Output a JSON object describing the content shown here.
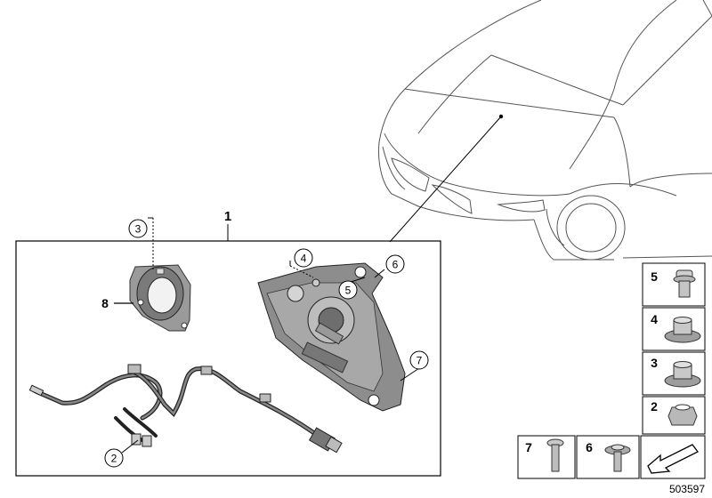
{
  "diagram": {
    "main_label": "1",
    "part_callouts": [
      {
        "id": "2"
      },
      {
        "id": "3"
      },
      {
        "id": "4"
      },
      {
        "id": "5"
      },
      {
        "id": "6"
      },
      {
        "id": "7"
      },
      {
        "id": "8"
      }
    ],
    "legend_items": [
      {
        "number": "5",
        "icon": "flange-bolt-icon"
      },
      {
        "number": "4",
        "icon": "collar-nut-icon"
      },
      {
        "number": "3",
        "icon": "collar-nut-icon"
      },
      {
        "number": "2",
        "icon": "hex-nut-icon"
      },
      {
        "number": "7",
        "icon": "screw-icon"
      },
      {
        "number": "6",
        "icon": "washer-screw-icon"
      }
    ],
    "diagram_number": "503597"
  }
}
